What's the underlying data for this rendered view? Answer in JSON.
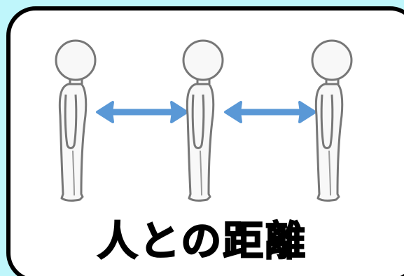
{
  "title": "人との距離",
  "colors": {
    "background": "#bff6fb",
    "card": "#ffffff",
    "border": "#000000",
    "arrow": "#5a98d6",
    "figure_fill": "#f8f8f8",
    "figure_stroke": "#777777"
  },
  "icons": [
    "person-figure",
    "double-arrow"
  ]
}
